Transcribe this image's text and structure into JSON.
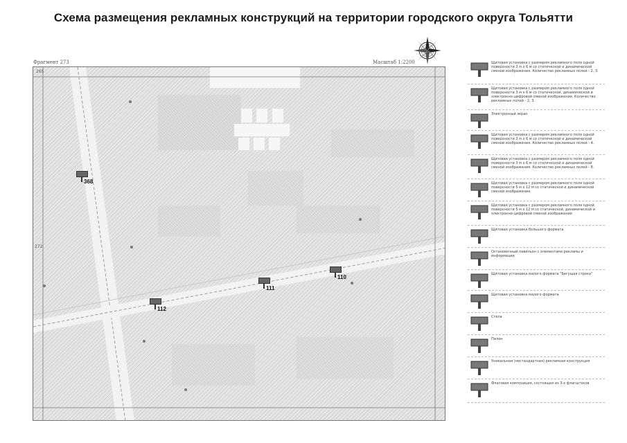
{
  "title": "Схема размещения рекламных конструкций на территории городского округа Тольятти",
  "fragment_label": "Фрагмент 273",
  "scale_label": "Масштаб 1:2200",
  "map": {
    "corner_codes": [
      "265",
      "272"
    ],
    "pins": [
      {
        "num": "368",
        "rotate": true
      },
      {
        "num": "111",
        "rotate": false
      },
      {
        "num": "110",
        "rotate": false
      },
      {
        "num": "112",
        "rotate": false
      }
    ]
  },
  "legend": [
    {
      "icon": "billboard-icon",
      "text": "Щитовая установка с размером рекламного поля одной поверхности 3 м х 6 м со статической и динамической сменой изображения. Количество рекламных полей - 2, 3."
    },
    {
      "icon": "billboard-digital-icon",
      "text": "Щитовая установка с размером рекламного поля одной поверхности 3 м х 6 м со статической, динамической и электронно-цифровой сменой изображения. Количество рекламных полей - 2, 3."
    },
    {
      "icon": "electronic-screen-icon",
      "text": "Электронный экран"
    },
    {
      "icon": "billboard-4-icon",
      "text": "Щитовая установка с размером рекламного поля одной поверхности 3 м х 6 м со статической и динамической сменой изображения. Количество рекламных полей - 4."
    },
    {
      "icon": "billboard-8-icon",
      "text": "Щитовая установка с размером рекламного поля одной поверхности 3 м х 6 м со статической и динамической сменой изображения. Количество рекламных полей - 8."
    },
    {
      "icon": "billboard-5x12-icon",
      "text": "Щитовая установка с размером рекламного поля одной поверхности 5 м х 12 м со статической и динамической сменой изображения."
    },
    {
      "icon": "billboard-5x12-digital-icon",
      "text": "Щитовая установка с размером рекламного поля одной поверхности 5 м х 12 м со статической, динамической и электронно-цифровой сменой изображения"
    },
    {
      "icon": "large-format-icon",
      "text": "Щитовая установка большого формата"
    },
    {
      "icon": "pavilion-icon",
      "text": "Остановочный павильон с элементами рекламы и информации"
    },
    {
      "icon": "city-format-icon",
      "text": "Щитовая установка малого формата \"Бегущая строка\""
    },
    {
      "icon": "small-format-icon",
      "text": "Щитовая установка малого формата"
    },
    {
      "icon": "stela-icon",
      "text": "Стела"
    },
    {
      "icon": "pylon-icon",
      "text": "Пилон"
    },
    {
      "icon": "unique-icon",
      "text": "Уникальная (нестандартная) рекламная конструкция"
    },
    {
      "icon": "flag-composition-icon",
      "text": "Флаговая композиция, состоящая из 3-х флагштоков"
    }
  ]
}
